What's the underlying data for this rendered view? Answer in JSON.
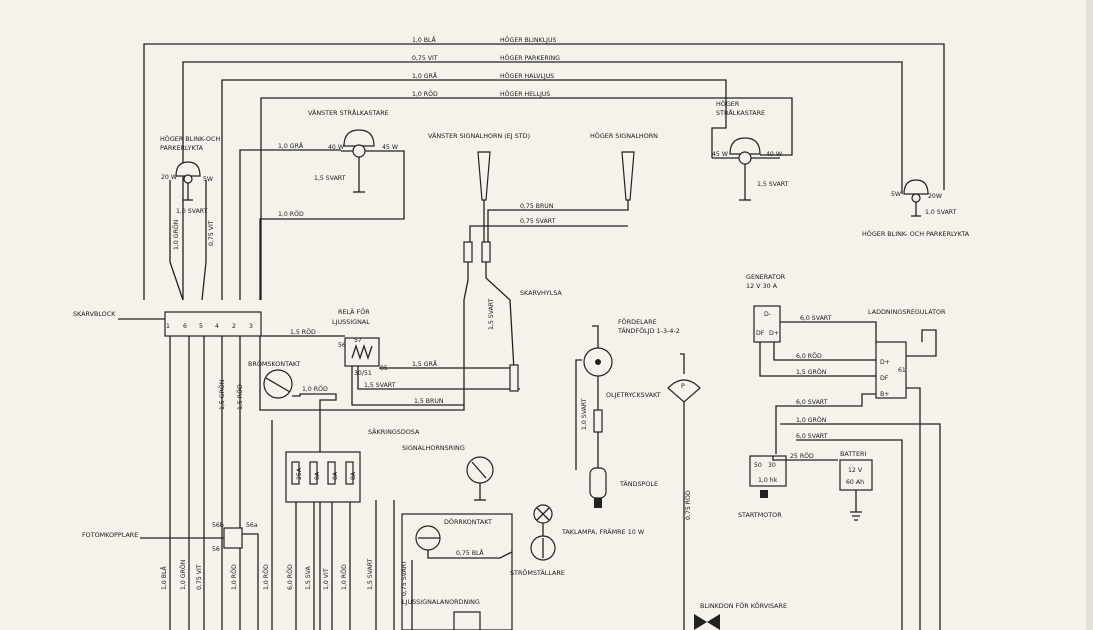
{
  "lines_top": {
    "l1_size": "1,0 BLÅ",
    "l1_name": "HÖGER BLINKLJUS",
    "l2_size": "0,75 VIT",
    "l2_name": "HÖGER PARKERING",
    "l3_size": "1,0 GRÅ",
    "l3_name": "HÖGER HALVLJUS",
    "l4_size": "1,0 RÖD",
    "l4_name": "HÖGER HELLJUS"
  },
  "headlamp_left": {
    "title": "VÄNSTER STRÅLKASTARE",
    "w1": "40 W",
    "w2": "45 W",
    "feed": "1,0 GRÅ",
    "ground": "1,5 SVART",
    "high": "1,0 RÖD"
  },
  "headlamp_right": {
    "title_1": "HÖGER",
    "title_2": "STRÅLKASTARE",
    "w1": "45 W",
    "w2": "40 W",
    "ground": "1,5 SVART"
  },
  "blinker_left": {
    "title_1": "HÖGER BLINK-OCH",
    "title_2": "PARKERLYKTA",
    "w1": "20 W",
    "w2": "5W",
    "ground": "1,0 SVART",
    "w3": "1,0 GRÖN",
    "w4": "0,75 VIT"
  },
  "blinker_right": {
    "title": "HÖGER BLINK- OCH PARKERLYKTA",
    "w1": "5W",
    "w2": "20W",
    "ground": "1,0 SVART"
  },
  "horns": {
    "left": "VÄNSTER SIGNALHORN (EJ STD)",
    "right": "HÖGER SIGNALHORN",
    "w1": "0,75 BRUN",
    "w2": "0,75 SVART"
  },
  "skarvhylsa": {
    "label": "SKARVHYLSA",
    "wire": "1,5 SVART"
  },
  "skarvblock": {
    "label": "SKARVBLOCK",
    "terminals": [
      "1",
      "6",
      "5",
      "4",
      "2",
      "3"
    ]
  },
  "rela": {
    "title_1": "RELÄ FÖR",
    "title_2": "LJUSSIGNAL",
    "t1": "56",
    "t2": "57",
    "t3": "30/51",
    "t4": "85",
    "w_in": "1,5 RÖD",
    "w1": "1,5 GRÅ",
    "w2": "1,5 SVART",
    "w3": "1,5 BRUN"
  },
  "bromskontakt": {
    "label": "BROMSKONTAKT",
    "wire": "1,0 RÖD",
    "v1": "1,5 GRÖN",
    "v2": "1,5 RÖD"
  },
  "sakringsdosa": {
    "label": "SÄKRINGSDOSA",
    "fuses": [
      "25A",
      "8A",
      "8A",
      "8A"
    ]
  },
  "signalhornsring": {
    "label": "SIGNALHORNSRING"
  },
  "fordelare": {
    "title_1": "FÖRDELARE",
    "title_2": "TÄNDFÖLJD 1-3-4-2",
    "wire": "1,0 SVART"
  },
  "oljetrycksvakt": {
    "label": "OLJETRYCKSVAKT",
    "symbol": "P"
  },
  "tandspole": {
    "label": "TÄNDSPOLE",
    "wire": "0,75 RÖD"
  },
  "generator": {
    "title": "GENERATOR",
    "rating": "12 V  30 A",
    "t1": "D-",
    "t2": "DF",
    "t3": "D+"
  },
  "regulator": {
    "label": "LADDNINGSREGULATOR",
    "t1": "D+",
    "t2": "DF",
    "t3": "61",
    "t4": "B+",
    "w1": "6,0 SVART",
    "w2": "6,0 RÖD",
    "w3": "1,5 GRÖN",
    "w4": "6,0 SVART",
    "w5": "1,0 GRÖN",
    "w6": "6,0 SVART"
  },
  "startmotor": {
    "label": "STARTMOTOR",
    "t1": "50",
    "t2": "30",
    "coil": "1,0 hk",
    "wire": "25 RÖD"
  },
  "batteri": {
    "label": "BATTERI",
    "v": "12 V",
    "ah": "60 Ah"
  },
  "dorrkontakt": {
    "label": "DÖRRKONTAKT",
    "wire": "0,75 BLÅ"
  },
  "taklampa": {
    "label": "TAKLAMPA, FRÄMRE 10 W"
  },
  "stromstallare": {
    "label": "STRÖMSTÄLLARE"
  },
  "ljussignal": {
    "label": "LJUSSIGNALANORDNING"
  },
  "blinkdon": {
    "label": "BLINKDON FÖR KÖRVISARE"
  },
  "fotomkopplare": {
    "label": "FOTOMKOPPLARE",
    "t1": "56b",
    "t2": "56a",
    "t3": "56"
  },
  "bottom_wires": [
    "1,0 BLÅ",
    "1,0 GRÖN",
    "0,75 VIT",
    "1,0 RÖD",
    "1,0 RÖD",
    "6,0 RÖD",
    "1,5 SVA",
    "1,0 VIT",
    "1,0 RÖD",
    "1,5 SVART",
    "0,75 SVART"
  ]
}
